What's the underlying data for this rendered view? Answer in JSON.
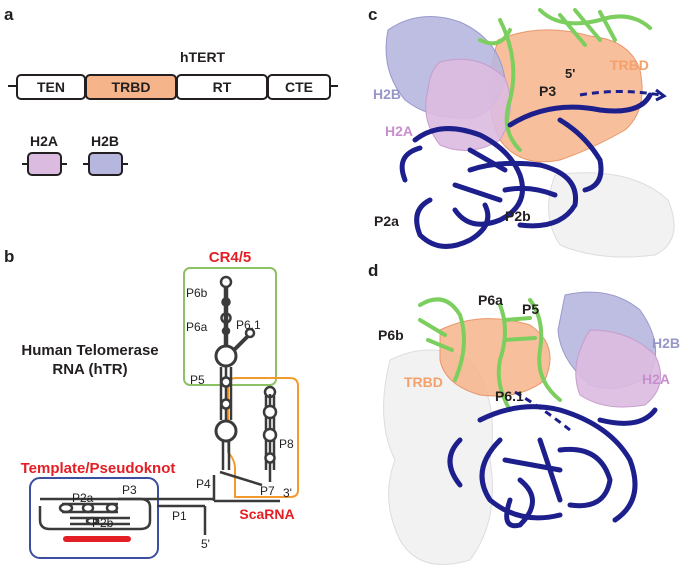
{
  "panels": {
    "a": "a",
    "b": "b",
    "c": "c",
    "d": "d"
  },
  "panel_a": {
    "protein_title": "hTERT",
    "domains": [
      "TEN",
      "TRBD",
      "RT",
      "CTE"
    ],
    "histones": [
      "H2A",
      "H2B"
    ]
  },
  "panel_b": {
    "rna_title_line1": "Human Telomerase",
    "rna_title_line2": "RNA (hTR)",
    "cr45": "CR4/5",
    "template_pk": "Template/Pseudoknot",
    "scarna": "ScaRNA",
    "stems": {
      "p6b": "P6b",
      "p6a": "P6a",
      "p61": "P6.1",
      "p5": "P5",
      "p4": "P4",
      "p8": "P8",
      "p7": "P7",
      "p2a": "P2a",
      "p2b": "P2b",
      "p3": "P3",
      "p1": "P1"
    },
    "end5": "5'",
    "end3": "3'"
  },
  "panel_c": {
    "h2b": "H2B",
    "h2a": "H2A",
    "p3": "P3",
    "end5": "5'",
    "trbd": "TRBD",
    "p2a": "P2a",
    "p2b": "P2b"
  },
  "panel_d": {
    "p6a": "P6a",
    "p5": "P5",
    "p6b": "P6b",
    "h2b": "H2B",
    "h2a": "H2A",
    "trbd": "TRBD",
    "p61": "P6.1"
  },
  "colors": {
    "trbd": "#f6b48a",
    "h2a": "#dcbbe0",
    "h2b": "#b7b6df",
    "rna": "#1c1f8c",
    "cr45_green": "#8cc265",
    "scarna_orange": "#f29a2e",
    "template_blue": "#3c4ea0",
    "red": "#e31e24"
  }
}
